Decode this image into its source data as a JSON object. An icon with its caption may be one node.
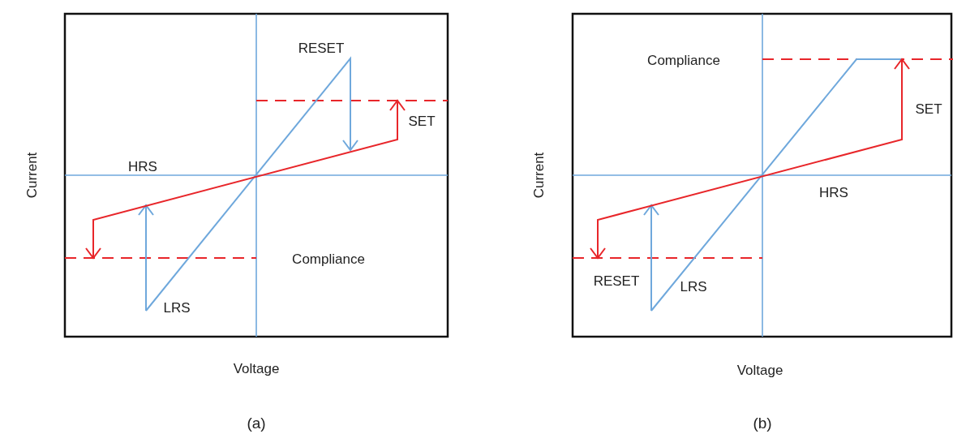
{
  "diagram": {
    "labels": [
      "RESET",
      "SET",
      "HRS",
      "Compliance",
      "LRS",
      "Current",
      "Voltage",
      "(a)",
      "Compliance",
      "SET",
      "HRS",
      "RESET",
      "LRS",
      "Current",
      "Voltage",
      "(b)"
    ]
  }
}
